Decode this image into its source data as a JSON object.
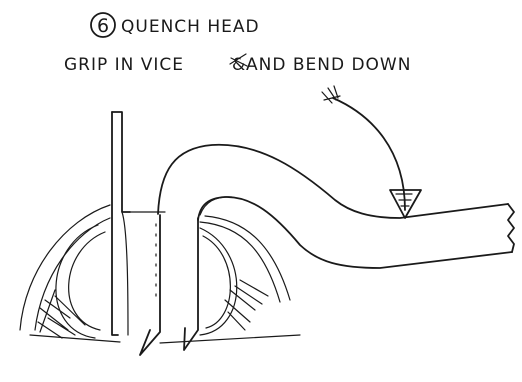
{
  "caption": {
    "step_number": "6",
    "line1": "QUENCH HEAD",
    "line2_before": "GRIP IN VICE",
    "struck_word": "&",
    "line2_after": "AND BEND DOWN"
  },
  "colors": {
    "ink": "#1a1a1a",
    "paper": "#ffffff"
  }
}
